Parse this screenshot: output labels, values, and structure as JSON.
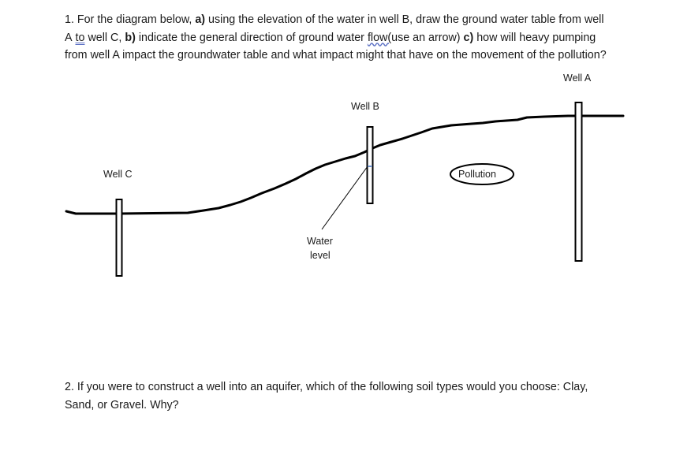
{
  "question1": {
    "number": "1.",
    "intro": "For the diagram below,",
    "a_label": "a)",
    "a_text_1": "using the elevation of the water in well B, draw the ground water table from well A",
    "a_to": "to",
    "a_text_2": "well C,",
    "b_label": "b)",
    "b_text_1": "indicate the general direction of ground water",
    "b_flow": "flow(",
    "b_text_2": "use an arrow)",
    "c_label": "c)",
    "c_text": "how will heavy pumping from well A impact the groundwater table and what impact might that have on the movement of the pollution?"
  },
  "diagram": {
    "well_a": "Well A",
    "well_b": "Well B",
    "well_c": "Well C",
    "pollution": "Pollution",
    "water_level_1": "Water",
    "water_level_2": "level"
  },
  "question2": {
    "text": "2. If you were to construct a well into an aquifer, which of the following soil types would you choose: Clay, Sand, or Gravel. Why?"
  }
}
